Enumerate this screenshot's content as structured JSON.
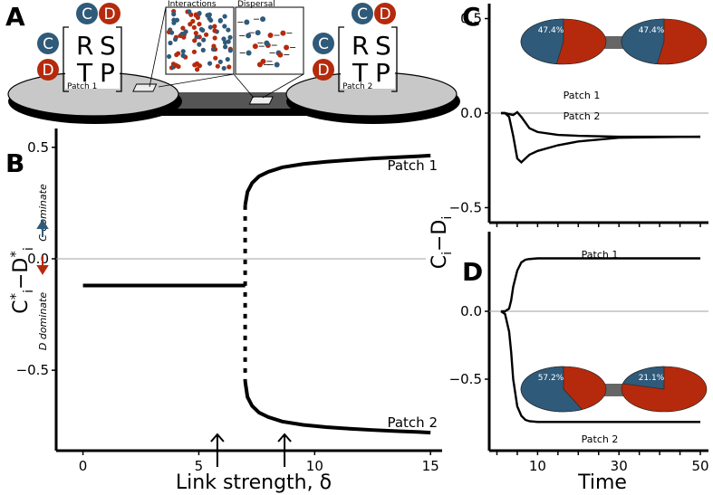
{
  "colors": {
    "cooperator": "#2f5a7a",
    "defector": "#b52a0c",
    "grey": "#5a5a5a",
    "zero_line": "#a0a0a0"
  },
  "panelA": {
    "letter": "A",
    "inset_interactions": "Interactions",
    "inset_dispersal": "Dispersal",
    "patch1_label": "Patch 1",
    "patch2_label": "Patch 2",
    "matrix": [
      "R",
      "S",
      "T",
      "P"
    ],
    "symbol_C": "C",
    "symbol_D": "D"
  },
  "panelB": {
    "letter": "B",
    "ylabel_main": "C",
    "ylabel_sub": "i",
    "ylabel_minus": "−D",
    "ylabel_star": "*",
    "c_dominate": "C dominate",
    "d_dominate": "D dominate",
    "xlabel": "Link strength, δ",
    "patch1_label": "Patch 1",
    "patch2_label": "Patch 2"
  },
  "panelC": {
    "letter": "C",
    "patch1_label": "Patch 1",
    "patch2_label": "Patch 2",
    "pie1": "47.4%",
    "pie2": "47.4%"
  },
  "panelD": {
    "letter": "D",
    "patch1_label": "Patch 1",
    "patch2_label": "Patch 2",
    "pie1": "57.2%",
    "pie2": "21.1%"
  },
  "right_ylabel_main": "C",
  "right_ylabel_sub": "i",
  "right_ylabel_minus": "−D",
  "right_xlabel": "Time",
  "chart_data": [
    {
      "id": "B",
      "type": "line",
      "xlabel": "Link strength, δ",
      "ylabel": "C*i − D*i",
      "xlim": [
        -1,
        15.5
      ],
      "ylim": [
        -0.82,
        0.56
      ],
      "x_ticks": [
        0,
        5,
        10,
        15
      ],
      "x_tick_labels": [
        "0",
        "5",
        "10",
        "15"
      ],
      "y_ticks": [
        -0.5,
        0.0,
        0.5
      ],
      "y_tick_labels": [
        "−0.5",
        "0.0",
        "0.5"
      ],
      "arrows_x": [
        5.8,
        8.7
      ],
      "bifurcation_x": 7.0,
      "series": [
        {
          "name": "",
          "x": [
            0,
            7.0
          ],
          "y": [
            -0.12,
            -0.12
          ]
        },
        {
          "name": "Patch 1",
          "x": [
            7.0,
            7.1,
            7.3,
            7.6,
            8.0,
            8.6,
            9.5,
            10.5,
            11.5,
            12.5,
            13.5,
            14.5,
            15
          ],
          "y": [
            0.24,
            0.3,
            0.34,
            0.37,
            0.39,
            0.41,
            0.425,
            0.435,
            0.443,
            0.45,
            0.455,
            0.46,
            0.463
          ]
        },
        {
          "name": "Patch 2",
          "x": [
            7.0,
            7.1,
            7.3,
            7.6,
            8.0,
            8.6,
            9.5,
            10.5,
            11.5,
            12.5,
            13.5,
            14.5,
            15
          ],
          "y": [
            -0.55,
            -0.62,
            -0.66,
            -0.69,
            -0.71,
            -0.73,
            -0.745,
            -0.755,
            -0.762,
            -0.768,
            -0.773,
            -0.777,
            -0.78
          ]
        }
      ]
    },
    {
      "id": "C",
      "type": "line",
      "xlim": [
        -1,
        52
      ],
      "ylim": [
        -0.56,
        0.56
      ],
      "y_ticks": [
        -0.5,
        0.0,
        0.5
      ],
      "y_tick_labels": [
        "−0.5",
        "0.0",
        "0.5"
      ],
      "series": [
        {
          "name": "Patch 1",
          "x": [
            1,
            2,
            3,
            4,
            5,
            6,
            7,
            8,
            10,
            15,
            20,
            30,
            40,
            50
          ],
          "y": [
            0.0,
            0.0,
            -0.005,
            -0.01,
            0.005,
            -0.02,
            -0.05,
            -0.08,
            -0.1,
            -0.115,
            -0.12,
            -0.125,
            -0.125,
            -0.125
          ]
        },
        {
          "name": "Patch 2",
          "x": [
            1,
            2,
            3,
            4,
            5,
            6,
            7,
            8,
            10,
            15,
            20,
            30,
            40,
            50
          ],
          "y": [
            0.0,
            0.0,
            -0.02,
            -0.12,
            -0.24,
            -0.26,
            -0.24,
            -0.22,
            -0.2,
            -0.17,
            -0.15,
            -0.13,
            -0.127,
            -0.125
          ]
        }
      ]
    },
    {
      "id": "D",
      "type": "line",
      "xlabel": "Time",
      "xlim": [
        -1,
        52
      ],
      "ylim": [
        -1.0,
        0.56
      ],
      "x_ticks": [
        10,
        30,
        50
      ],
      "x_tick_labels": [
        "10",
        "30",
        "50"
      ],
      "y_ticks": [
        -0.5,
        0.0
      ],
      "y_tick_labels": [
        "−0.5",
        "0.0"
      ],
      "series": [
        {
          "name": "Patch 1",
          "x": [
            1,
            2,
            3,
            3.5,
            4,
            5,
            6,
            7,
            8,
            10,
            15,
            20,
            30,
            40,
            50
          ],
          "y": [
            0.0,
            0.0,
            0.02,
            0.08,
            0.18,
            0.3,
            0.36,
            0.38,
            0.385,
            0.39,
            0.39,
            0.39,
            0.39,
            0.39,
            0.39
          ]
        },
        {
          "name": "Patch 2",
          "x": [
            1,
            2,
            3,
            3.5,
            4,
            5,
            6,
            7,
            8,
            10,
            15,
            20,
            30,
            40,
            50
          ],
          "y": [
            0.0,
            -0.02,
            -0.15,
            -0.3,
            -0.5,
            -0.7,
            -0.77,
            -0.8,
            -0.81,
            -0.815,
            -0.815,
            -0.815,
            -0.815,
            -0.815,
            -0.815
          ]
        }
      ]
    }
  ]
}
